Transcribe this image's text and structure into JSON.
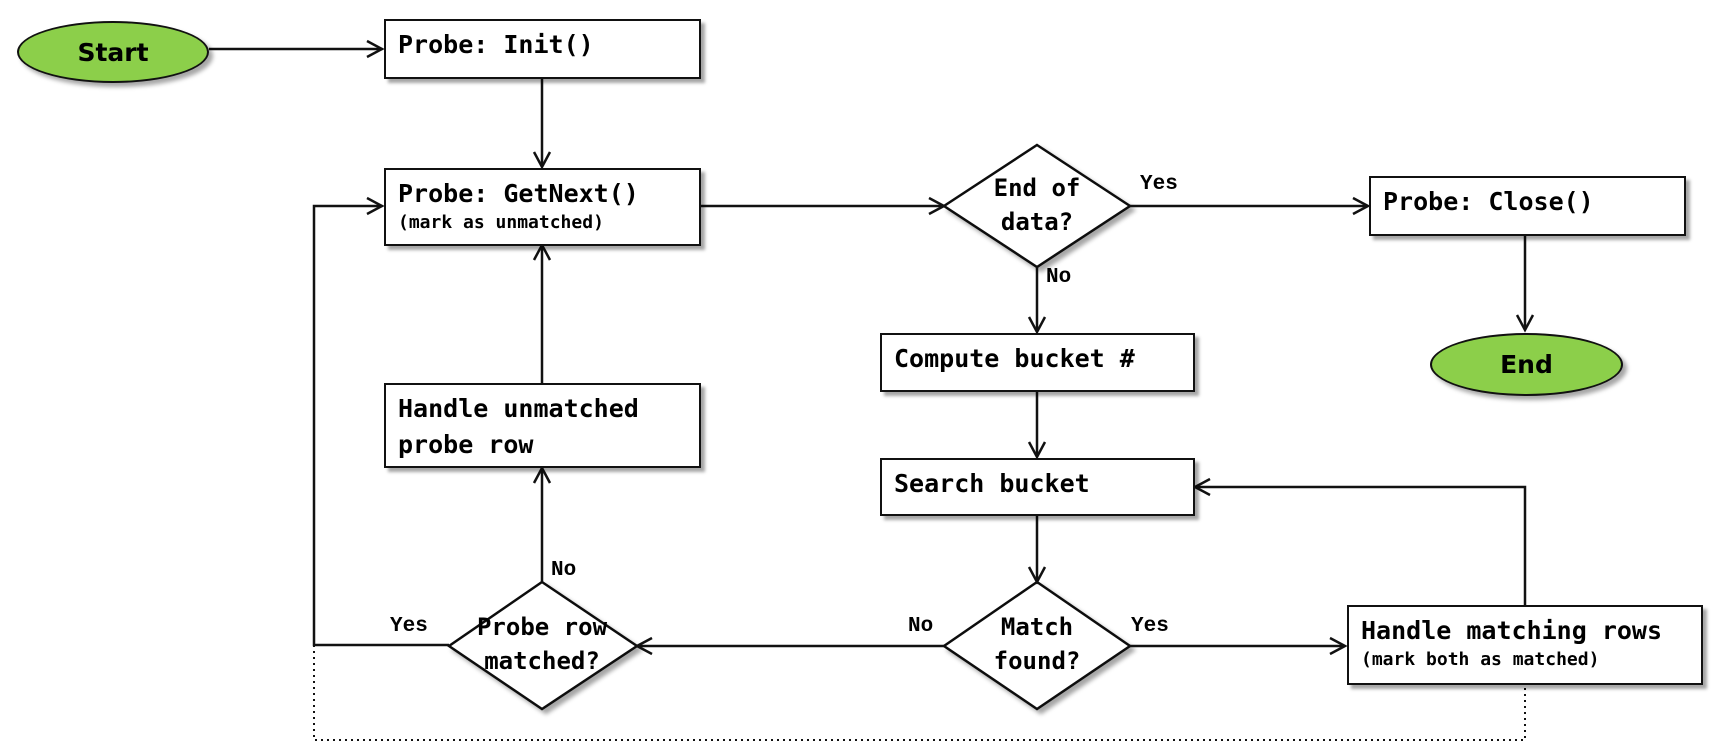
{
  "colors": {
    "terminal_fill": "#8ccf4a",
    "stroke": "#111111",
    "background": "#ffffff"
  },
  "nodes": {
    "start": "Start",
    "end": "End",
    "probe_init": "Probe: Init()",
    "probe_getnext": "Probe: GetNext()",
    "probe_getnext_note": "(mark as unmatched)",
    "end_of_data_line1": "End of",
    "end_of_data_line2": "data?",
    "probe_close": "Probe: Close()",
    "compute_bucket": "Compute bucket #",
    "search_bucket": "Search bucket",
    "match_found_line1": "Match",
    "match_found_line2": "found?",
    "handle_matching": "Handle matching rows",
    "handle_matching_note": "(mark both as matched)",
    "probe_row_matched_line1": "Probe row",
    "probe_row_matched_line2": "matched?",
    "handle_unmatched_line1": "Handle unmatched",
    "handle_unmatched_line2": "probe row"
  },
  "edge_labels": {
    "end_of_data_yes": "Yes",
    "end_of_data_no": "No",
    "match_found_no": "No",
    "match_found_yes": "Yes",
    "probe_row_matched_no": "No",
    "probe_row_matched_yes": "Yes"
  }
}
